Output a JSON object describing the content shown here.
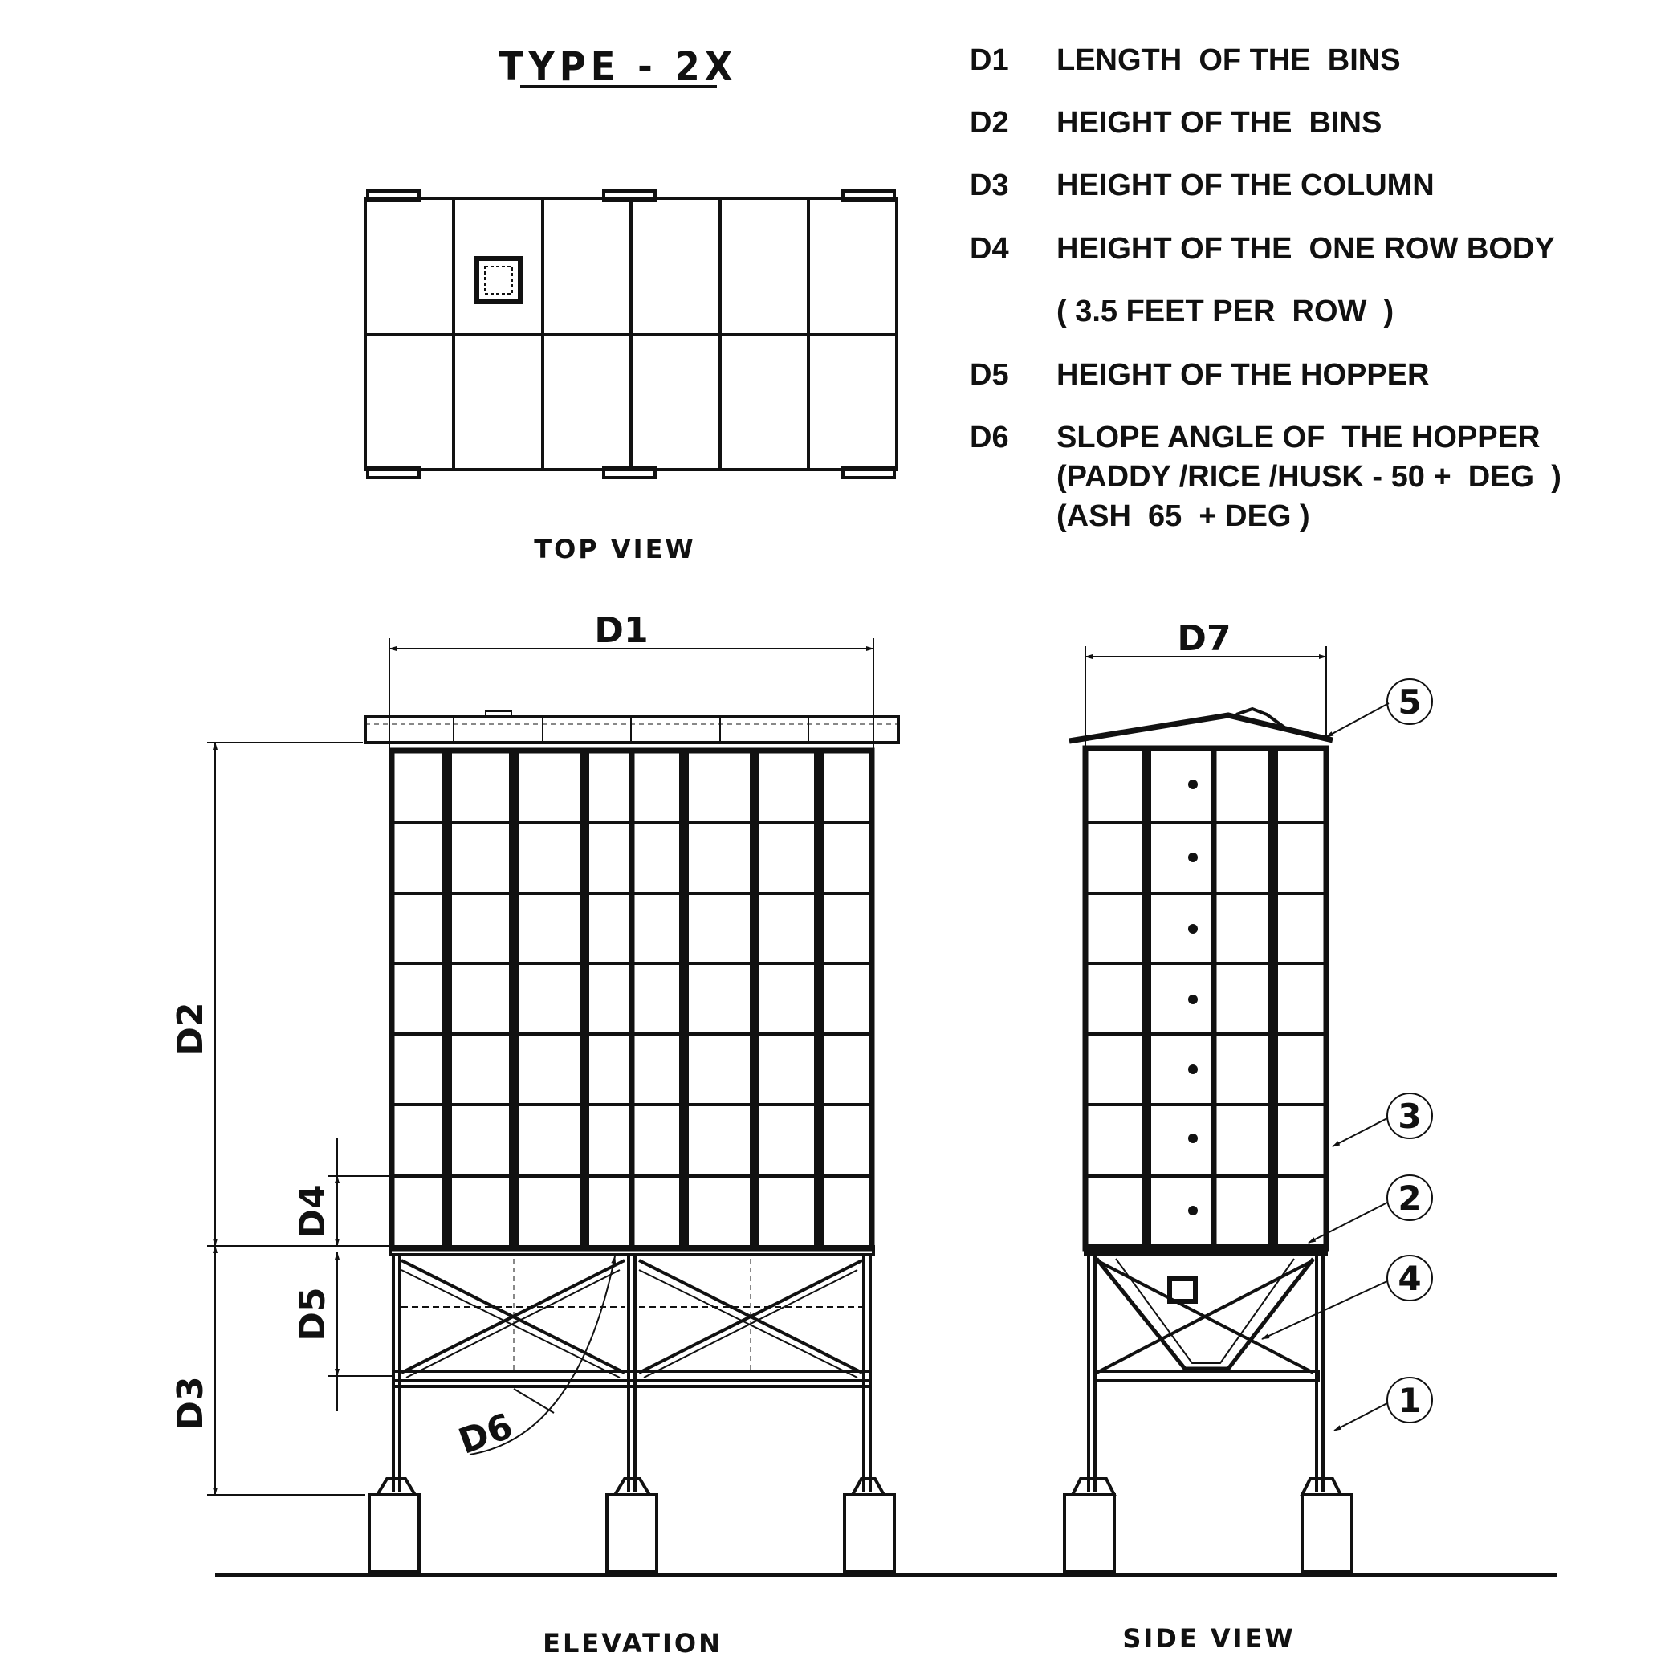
{
  "title": "TYPE - 2X",
  "views": {
    "top": "TOP VIEW",
    "elevation": "ELEVATION",
    "side": "SIDE VIEW"
  },
  "legend": [
    {
      "code": "D1",
      "lines": [
        "LENGTH  OF THE  BINS"
      ]
    },
    {
      "code": "D2",
      "lines": [
        "HEIGHT OF THE  BINS"
      ]
    },
    {
      "code": "D3",
      "lines": [
        "HEIGHT OF THE COLUMN"
      ]
    },
    {
      "code": "D4",
      "lines": [
        "HEIGHT OF THE  ONE ROW BODY",
        "( 3.5 FEET PER  ROW  )"
      ]
    },
    {
      "code": "D5",
      "lines": [
        "HEIGHT OF THE HOPPER"
      ]
    },
    {
      "code": "D6",
      "lines": [
        "SLOPE ANGLE OF  THE HOPPER",
        "(PADDY /RICE /HUSK - 50 +  DEG  )",
        "(ASH  65  + DEG )"
      ]
    }
  ],
  "dimension_labels": {
    "d1": "D1",
    "d2": "D2",
    "d3": "D3",
    "d4": "D4",
    "d5": "D5",
    "d6": "D6",
    "d7": "D7"
  },
  "balloons": [
    "5",
    "3",
    "2",
    "4",
    "1"
  ]
}
